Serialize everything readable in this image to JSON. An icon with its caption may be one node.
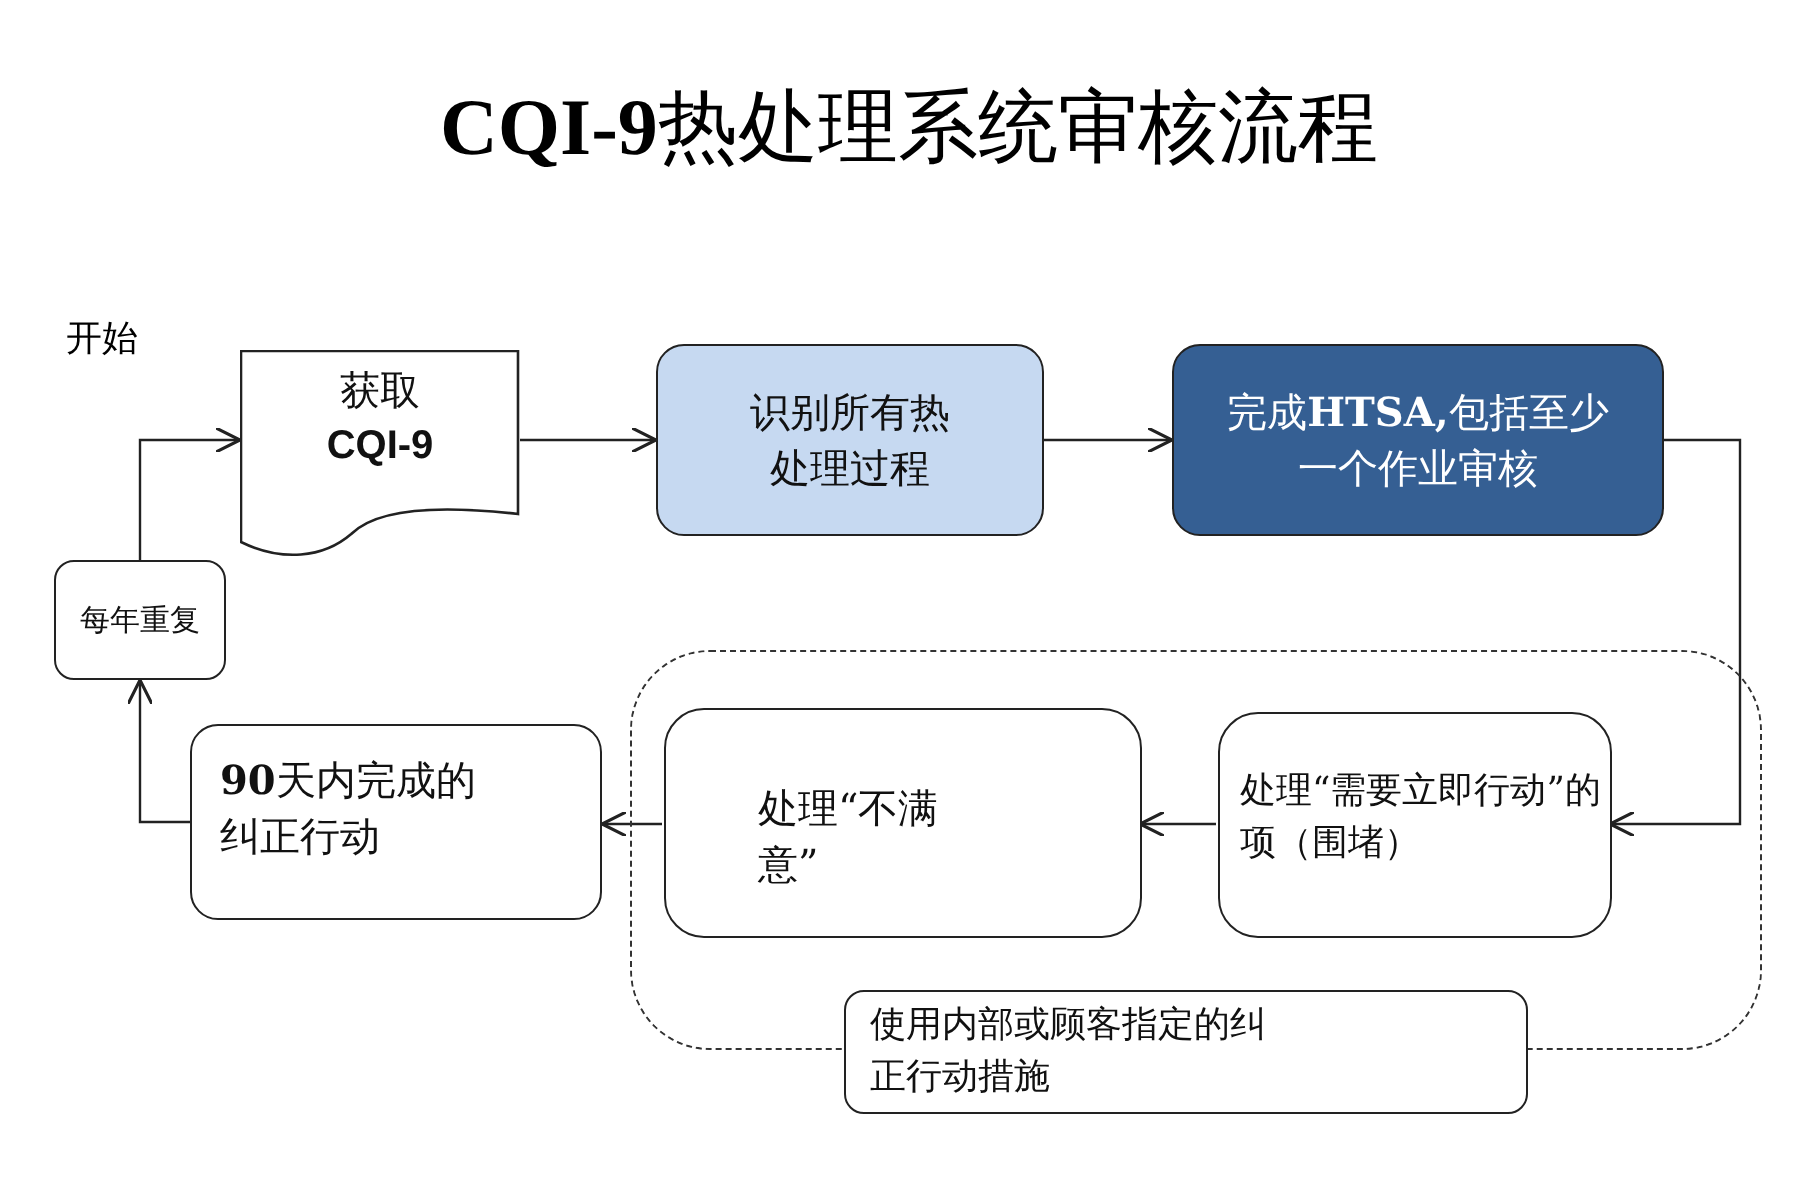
{
  "diagram": {
    "title": "**CQI-9**热处理系统审核流程",
    "nodes": [
      {
        "text": [
          "获取",
          "CQI-9"
        ]
      },
      {
        "text": [
          "识别所有热处理过程"
        ]
      },
      {
        "text": [
          "完成**HTSA,**包括至少一个作业审核"
        ]
      },
      {
        "text": [
          "每年重复"
        ]
      },
      {
        "text": [],
        "shape": "box"
      },
      {
        "text": [
          "处理“需要立即行动”的项（围堵）"
        ],
        "in": 4
      },
      {
        "text": [
          "处理“不满意”"
        ],
        "in": 4
      },
      {
        "text": [
          "**90**天内完成的纠正行动"
        ]
      },
      {
        "text": [
          "使用内部或顾客指定的纠正行动措施"
        ]
      }
    ],
    "edges": [
      {
        "from": 3,
        "to": 0,
        "arrow": "to"
      },
      {
        "from": 0,
        "to": 1,
        "arrow": "to"
      },
      {
        "from": 1,
        "to": 2,
        "arrow": "to"
      },
      {
        "from": 2,
        "to": 5,
        "arrow": "to"
      },
      {
        "from": 5,
        "to": 6,
        "arrow": "to"
      },
      {
        "from": 6,
        "to": 7,
        "arrow": "to"
      },
      {
        "from": 7,
        "to": 3,
        "arrow": "to"
      }
    ],
    "labels": [
      "开始"
    ]
  }
}
